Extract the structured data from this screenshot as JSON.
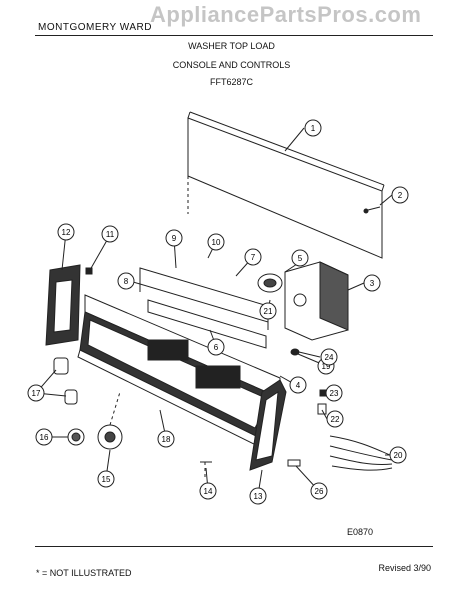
{
  "header": {
    "brand": "MONTGOMERY WARD",
    "watermark": "AppliancePartsPros.com",
    "title": "WASHER TOP LOAD",
    "section": "CONSOLE AND CONTROLS",
    "model": "FFT6287C"
  },
  "diagram": {
    "code": "E0870",
    "callouts": [
      "1",
      "2",
      "3",
      "4",
      "5",
      "6",
      "7",
      "8",
      "9",
      "10",
      "11",
      "12",
      "13",
      "14",
      "15",
      "16",
      "17",
      "18",
      "19",
      "20",
      "21",
      "22",
      "23",
      "24",
      "26"
    ]
  },
  "footer": {
    "note": "* = NOT ILLUSTRATED",
    "revised": "Revised 3/90"
  },
  "colors": {
    "ink": "#222222",
    "background": "#ffffff"
  }
}
